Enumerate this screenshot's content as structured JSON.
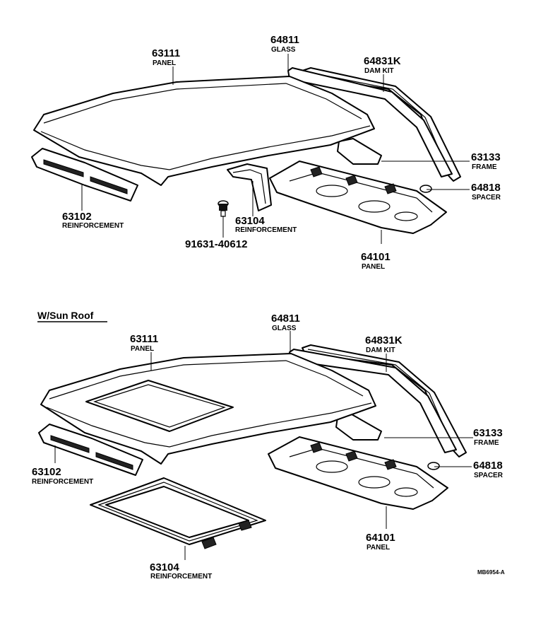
{
  "top": {
    "labels": [
      {
        "id": "panel",
        "number": "63111",
        "name": "PANEL"
      },
      {
        "id": "glass",
        "number": "64811",
        "name": "GLASS"
      },
      {
        "id": "damkit",
        "number": "64831K",
        "name": "DAM KIT"
      },
      {
        "id": "frame",
        "number": "63133",
        "name": "FRAME"
      },
      {
        "id": "spacer",
        "number": "64818",
        "name": "SPACER"
      },
      {
        "id": "reinf-front",
        "number": "63102",
        "name": "REINFORCEMENT"
      },
      {
        "id": "reinf-mid",
        "number": "63104",
        "name": "REINFORCEMENT"
      },
      {
        "id": "bolt",
        "number": "91631-40612",
        "name": ""
      },
      {
        "id": "backpanel",
        "number": "64101",
        "name": "PANEL"
      }
    ]
  },
  "bottom": {
    "title": "W/Sun Roof",
    "labels": [
      {
        "id": "panel",
        "number": "63111",
        "name": "PANEL"
      },
      {
        "id": "glass",
        "number": "64811",
        "name": "GLASS"
      },
      {
        "id": "damkit",
        "number": "64831K",
        "name": "DAM KIT"
      },
      {
        "id": "frame",
        "number": "63133",
        "name": "FRAME"
      },
      {
        "id": "spacer",
        "number": "64818",
        "name": "SPACER"
      },
      {
        "id": "reinf-front",
        "number": "63102",
        "name": "REINFORCEMENT"
      },
      {
        "id": "backpanel",
        "number": "64101",
        "name": "PANEL"
      },
      {
        "id": "sunroof-reinf",
        "number": "63104",
        "name": "REINFORCEMENT"
      }
    ]
  },
  "diagram_code": "MB6954-A"
}
